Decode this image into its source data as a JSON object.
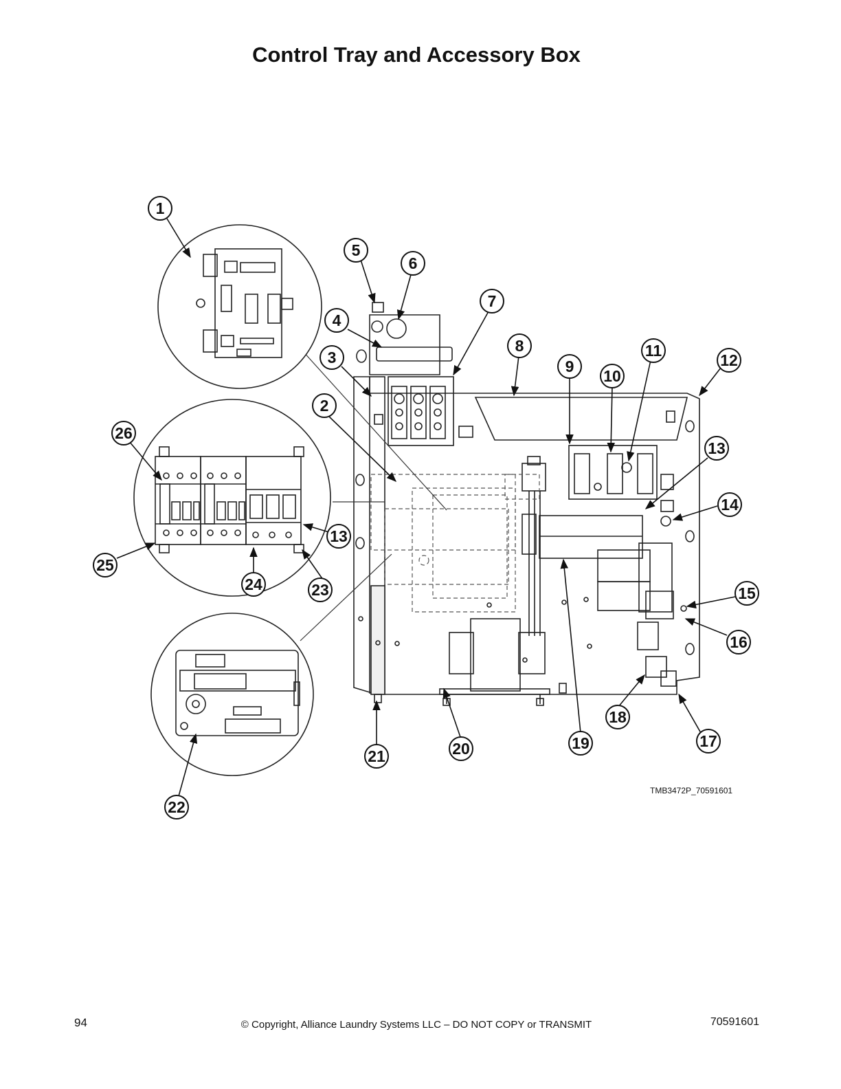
{
  "title": "Control Tray and Accessory Box",
  "callouts": [
    "1",
    "2",
    "3",
    "4",
    "5",
    "6",
    "7",
    "8",
    "9",
    "10",
    "11",
    "12",
    "13",
    "13",
    "14",
    "15",
    "16",
    "17",
    "18",
    "19",
    "20",
    "21",
    "22",
    "23",
    "24",
    "25",
    "26"
  ],
  "drawing_code": "TMB3472P_70591601",
  "footer": {
    "page_number": "94",
    "copyright": "© Copyright, Alliance Laundry Systems LLC – DO NOT COPY or TRANSMIT",
    "doc_number": "70591601"
  }
}
